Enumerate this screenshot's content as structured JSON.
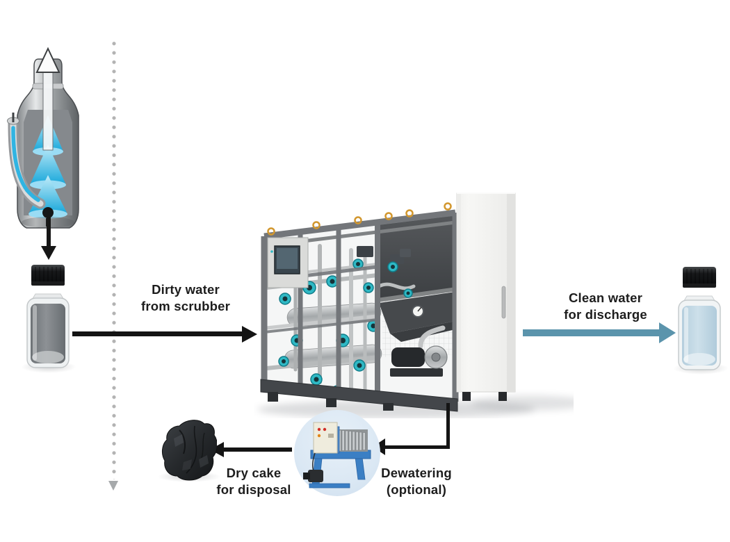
{
  "diagram": {
    "background_color": "#ffffff",
    "labels": {
      "dirty_water": {
        "line1": "Dirty water",
        "line2": "from scrubber"
      },
      "clean_water": {
        "line1": "Clean water",
        "line2": "for discharge"
      },
      "dry_cake": {
        "line1": "Dry cake",
        "line2": "for disposal"
      },
      "dewatering": {
        "line1": "Dewatering",
        "line2": "(optional)"
      }
    },
    "colors": {
      "label_text": "#1d1d1d",
      "process_arrow_black": "#141414",
      "clean_water_arrow": "#5b94ac",
      "separator_dots": "#b3b3b3",
      "separator_arrowhead": "#a6a9ab",
      "dewatering_circle": "#dbe8f4",
      "filter_press_blue": "#3b7fc4",
      "pump_accent_teal": "#2fb9c5",
      "machine_frame_gray": "#75787a",
      "cabinet_white": "#f4f4f2",
      "dirty_water_fill": "#80858a",
      "clean_water_fill": "#c3d7e3",
      "scrubber_spray_blue": "#1aa7d8",
      "lifting_eye_gold": "#d2972e"
    },
    "icons": [
      "scrubber-illustration",
      "dirty-water-bottle",
      "water-treatment-unit-illustration",
      "clean-water-bottle",
      "filter-press-illustration",
      "dry-cake-illustration"
    ]
  }
}
